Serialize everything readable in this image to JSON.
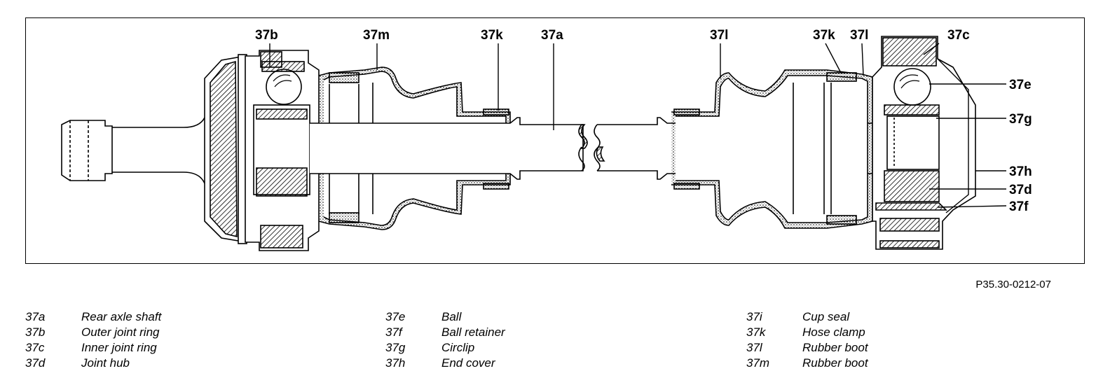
{
  "callouts": [
    {
      "id": "37b",
      "text": "37b"
    },
    {
      "id": "37m",
      "text": "37m"
    },
    {
      "id": "37k-left",
      "text": "37k"
    },
    {
      "id": "37a",
      "text": "37a"
    },
    {
      "id": "37l-left",
      "text": "37l"
    },
    {
      "id": "37k-right",
      "text": "37k"
    },
    {
      "id": "37l-right",
      "text": "37l"
    },
    {
      "id": "37c",
      "text": "37c"
    },
    {
      "id": "37e",
      "text": "37e"
    },
    {
      "id": "37g",
      "text": "37g"
    },
    {
      "id": "37h",
      "text": "37h"
    },
    {
      "id": "37d",
      "text": "37d"
    },
    {
      "id": "37f",
      "text": "37f"
    }
  ],
  "figure_code": "P35.30-0212-07",
  "legend": {
    "columns": [
      [
        {
          "code": "37a",
          "label": "Rear axle shaft"
        },
        {
          "code": "37b",
          "label": "Outer joint ring"
        },
        {
          "code": "37c",
          "label": "Inner joint ring"
        },
        {
          "code": "37d",
          "label": "Joint hub"
        }
      ],
      [
        {
          "code": "37e",
          "label": "Ball"
        },
        {
          "code": "37f",
          "label": "Ball retainer"
        },
        {
          "code": "37g",
          "label": "Circlip"
        },
        {
          "code": "37h",
          "label": "End cover"
        }
      ],
      [
        {
          "code": "37i",
          "label": "Cup seal"
        },
        {
          "code": "37k",
          "label": "Hose clamp"
        },
        {
          "code": "37l",
          "label": "Rubber boot"
        },
        {
          "code": "37m",
          "label": "Rubber boot"
        }
      ]
    ]
  }
}
